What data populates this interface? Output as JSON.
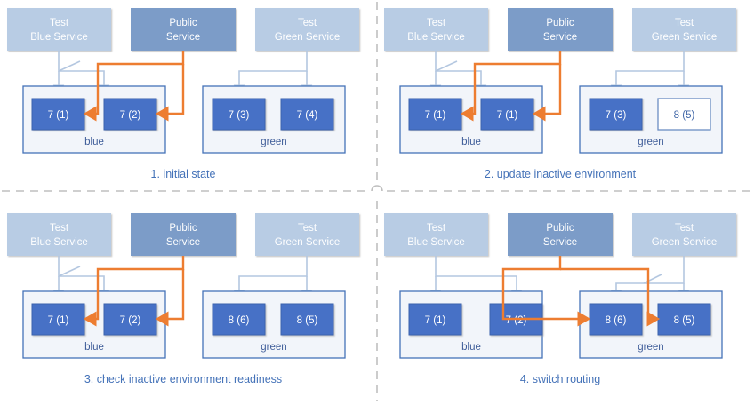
{
  "colors": {
    "service_test": "#b8cce4",
    "service_public": "#7architecture",
    "service_public_fill": "#7b9cc8",
    "pod_fill": "#4671c6",
    "pod_border": "#3a62ad",
    "pod_inactive_fill": "#ffffff",
    "pod_inactive_border": "#6b8dc4",
    "env_fill": "#f2f5fa",
    "env_border": "#4472b8",
    "arrow_gray": "#b4c7e0",
    "arrow_orange": "#ed7d31",
    "caption_text": "#4472b8",
    "divider": "#bfbfbf"
  },
  "panels": [
    {
      "id": "panel-1",
      "caption": "1. initial state",
      "services": [
        {
          "name": "test-blue-service",
          "line1": "Test",
          "line2": "Blue Service",
          "kind": "test"
        },
        {
          "name": "public-service",
          "line1": "Public",
          "line2": "Service",
          "kind": "public"
        },
        {
          "name": "test-green-service",
          "line1": "Test",
          "line2": "Green Service",
          "kind": "test"
        }
      ],
      "environments": [
        {
          "name": "blue",
          "label": "blue",
          "active": true,
          "pods": [
            {
              "label": "7 (1)",
              "state": "running"
            },
            {
              "label": "7 (2)",
              "state": "running"
            }
          ]
        },
        {
          "name": "green",
          "label": "green",
          "active": false,
          "pods": [
            {
              "label": "7 (3)",
              "state": "running"
            },
            {
              "label": "7 (4)",
              "state": "running"
            }
          ]
        }
      ],
      "public_routes_to": "blue"
    },
    {
      "id": "panel-2",
      "caption": "2. update inactive environment",
      "services": [
        {
          "name": "test-blue-service",
          "line1": "Test",
          "line2": "Blue Service",
          "kind": "test"
        },
        {
          "name": "public-service",
          "line1": "Public",
          "line2": "Service",
          "kind": "public"
        },
        {
          "name": "test-green-service",
          "line1": "Test",
          "line2": "Green Service",
          "kind": "test"
        }
      ],
      "environments": [
        {
          "name": "blue",
          "label": "blue",
          "active": true,
          "pods": [
            {
              "label": "7 (1)",
              "state": "running"
            },
            {
              "label": "7 (1)",
              "state": "running"
            }
          ]
        },
        {
          "name": "green",
          "label": "green",
          "active": false,
          "pods": [
            {
              "label": "7 (3)",
              "state": "running"
            },
            {
              "label": "8 (5)",
              "state": "starting"
            }
          ]
        }
      ],
      "public_routes_to": "blue"
    },
    {
      "id": "panel-3",
      "caption": "3. check inactive environment readiness",
      "services": [
        {
          "name": "test-blue-service",
          "line1": "Test",
          "line2": "Blue Service",
          "kind": "test"
        },
        {
          "name": "public-service",
          "line1": "Public",
          "line2": "Service",
          "kind": "public"
        },
        {
          "name": "test-green-service",
          "line1": "Test",
          "line2": "Green Service",
          "kind": "test"
        }
      ],
      "environments": [
        {
          "name": "blue",
          "label": "blue",
          "active": true,
          "pods": [
            {
              "label": "7 (1)",
              "state": "running"
            },
            {
              "label": "7 (2)",
              "state": "running"
            }
          ]
        },
        {
          "name": "green",
          "label": "green",
          "active": false,
          "pods": [
            {
              "label": "8 (6)",
              "state": "running"
            },
            {
              "label": "8 (5)",
              "state": "running"
            }
          ]
        }
      ],
      "public_routes_to": "blue"
    },
    {
      "id": "panel-4",
      "caption": "4. switch routing",
      "services": [
        {
          "name": "test-blue-service",
          "line1": "Test",
          "line2": "Blue Service",
          "kind": "test"
        },
        {
          "name": "public-service",
          "line1": "Public",
          "line2": "Service",
          "kind": "public"
        },
        {
          "name": "test-green-service",
          "line1": "Test",
          "line2": "Green Service",
          "kind": "test"
        }
      ],
      "environments": [
        {
          "name": "blue",
          "label": "blue",
          "active": false,
          "pods": [
            {
              "label": "7 (1)",
              "state": "running"
            },
            {
              "label": "7 (2)",
              "state": "running"
            }
          ]
        },
        {
          "name": "green",
          "label": "green",
          "active": true,
          "pods": [
            {
              "label": "8 (6)",
              "state": "running"
            },
            {
              "label": "8 (5)",
              "state": "running"
            }
          ]
        }
      ],
      "public_routes_to": "green"
    }
  ]
}
